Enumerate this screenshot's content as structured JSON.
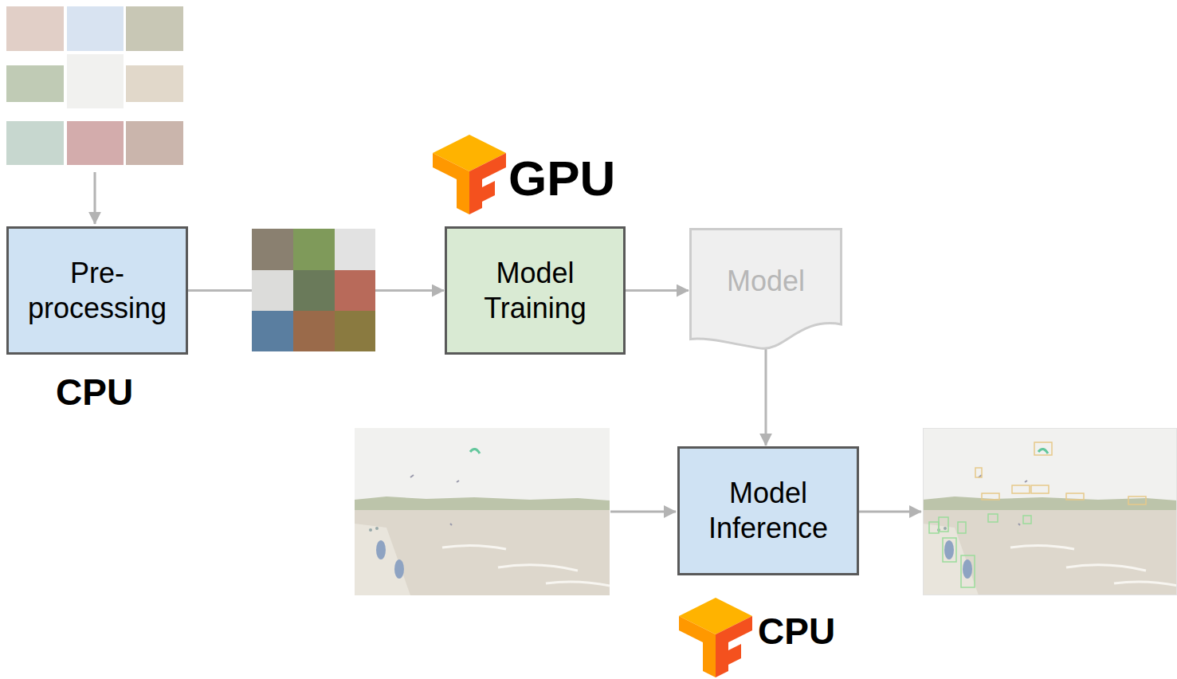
{
  "diagram": {
    "nodes": [
      {
        "text": [
          "Pre- processing"
        ]
      },
      {
        "text": [
          "Model Training"
        ]
      },
      {
        "text": [
          "Model"
        ]
      },
      {
        "text": [
          "Model Inference"
        ]
      }
    ],
    "edges": [
      {
        "from": 0,
        "to": 1,
        "arrow": "to"
      },
      {
        "from": 1,
        "to": 2,
        "arrow": "to"
      },
      {
        "from": 2,
        "to": 3,
        "arrow": "to"
      }
    ],
    "labels": [
      "CPU",
      "GPU",
      "CPU"
    ]
  }
}
